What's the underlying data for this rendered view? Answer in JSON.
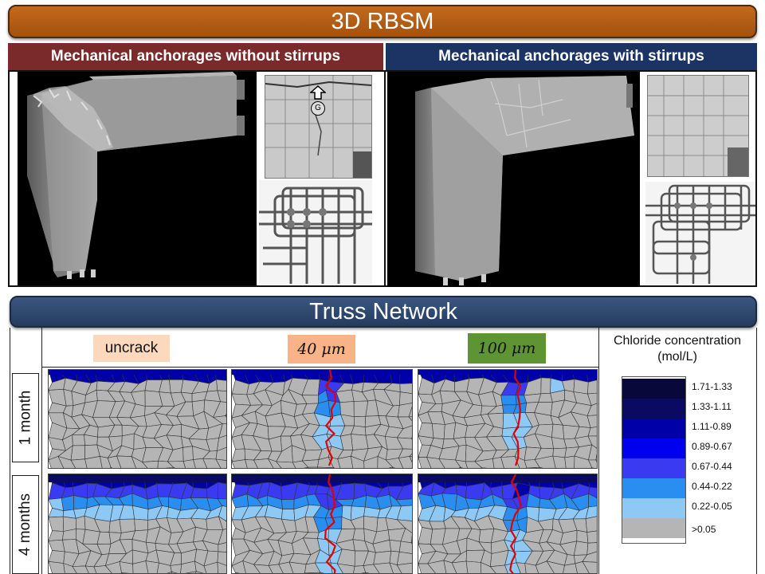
{
  "header": {
    "title": "3D RBSM",
    "left_subtitle": "Mechanical anchorages without stirrups",
    "right_subtitle": "Mechanical anchorages with stirrups",
    "photo_marker": "G"
  },
  "truss": {
    "title": "Truss Network",
    "columns": [
      {
        "label": "uncrack",
        "color": "#fcd9bd"
      },
      {
        "label": "40 μm",
        "color": "#f8b388"
      },
      {
        "label": "100 μm",
        "color": "#5e9433"
      }
    ],
    "rows": [
      "1 month",
      "4 months"
    ]
  },
  "legend": {
    "title_line1": "Chloride concentration",
    "title_line2": "(mol/L)",
    "items": [
      {
        "label": "1.71-1.33",
        "color": "#08083a"
      },
      {
        "label": "1.33-1.11",
        "color": "#0a0a62"
      },
      {
        "label": "1.11-0.89",
        "color": "#0000a8"
      },
      {
        "label": "0.89-0.67",
        "color": "#0000ee"
      },
      {
        "label": "0.67-0.44",
        "color": "#3a3af0"
      },
      {
        "label": "0.44-0.22",
        "color": "#2a8ef0"
      },
      {
        "label": "0.22-0.05",
        "color": "#8ec8f4"
      },
      {
        "label": ">0.05",
        "color": "#b5b5b5"
      }
    ]
  },
  "colors": {
    "rbsm_bar": "#b25a15",
    "truss_bar": "#2d4670",
    "left_subtitle_bg": "#7a2a2a",
    "right_subtitle_bg": "#1b3463",
    "crack": "#e00000"
  }
}
